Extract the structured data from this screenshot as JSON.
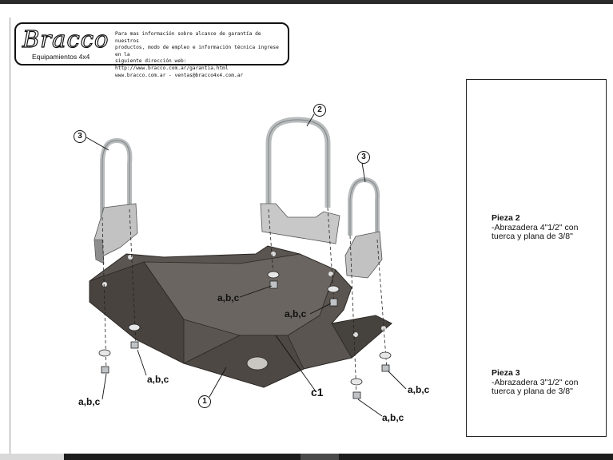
{
  "brand": {
    "logo": "Bracco",
    "subtitle": "Equipamientos 4x4",
    "info_lines": "Para mas información sobre alcance de garantía de nuestros\nproductos, modo de empleo e información técnica ingrese en la\nsiguiente dirección web: http://www.bracco.com.ar/garantia.html\nwww.bracco.com.ar - ventas@bracco4x4.com.ar"
  },
  "diagram": {
    "callouts": {
      "one": "1",
      "two": "2",
      "three_left": "3",
      "three_right": "3"
    },
    "labels": {
      "abc_center_top": "a,b,c",
      "abc_center_mid": "a,b,c",
      "abc_left_right": "a,b,c",
      "abc_left_bottom": "a,b,c",
      "abc_right_right": "a,b,c",
      "abc_right_bottom": "a,b,c",
      "c1": "c1"
    }
  },
  "parts": [
    {
      "title": "Pieza 2",
      "description": "-Abrazadera 4\"1/2\" con tuerca y plana de 3/8\""
    },
    {
      "title": "Pieza 3",
      "description": "-Abrazadera 3\"1/2\" con tuerca y plana de 3/8\""
    }
  ],
  "colors": {
    "plate": "#5a5550",
    "plate_dark": "#3d3935",
    "clamp": "#c2c2c2",
    "clamp_dark": "#8d8d8d",
    "bolt": "#a9aeb0"
  }
}
